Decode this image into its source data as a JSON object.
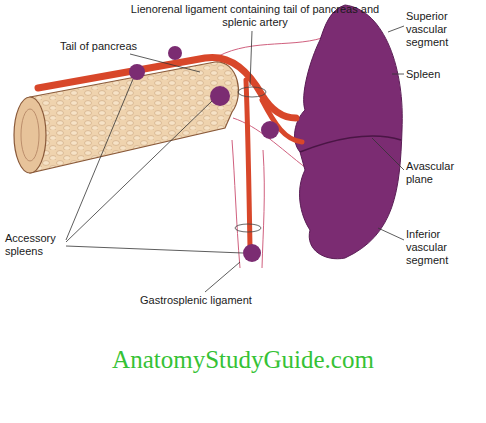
{
  "diagram": {
    "labels": [
      "Lienorenal ligament containing tail of pancreas and splenic artery",
      "Tail of pancreas",
      "Superior vascular segment",
      "Spleen",
      "Avascular plane",
      "Inferior vascular segment",
      "Accessory spleens",
      "Gastrosplenic ligament",
      "AnatomyStudyGuide.com"
    ]
  }
}
